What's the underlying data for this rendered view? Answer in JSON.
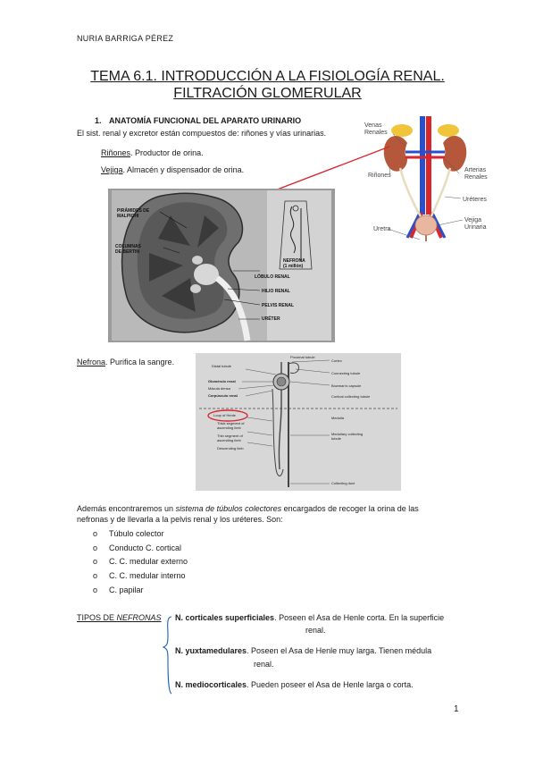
{
  "header": {
    "author": "NURIA BARRIGA PÉREZ"
  },
  "title": {
    "number": "TEMA 6.1.",
    "line1_rest": " INTRODUCCIÓN A LA FISIOLOGÍA RENAL.",
    "line2": "FILTRACIÓN GLOMERULAR"
  },
  "section1": {
    "number": "1.",
    "heading": "ANATOMÍA FUNCIONAL DEL APARATO URINARIO",
    "intro": "El sist. renal y excretor están compuestos de: riñones y vías urinarias.",
    "rinones_label": "Riñones",
    "rinones_text": ". Productor de orina.",
    "vejiga_label": "Vejiga",
    "vejiga_text": ". Almacén y dispensador de orina."
  },
  "urinary_figure": {
    "labels": {
      "venas_renales": [
        "Venas",
        "Renales"
      ],
      "rinones": "Riñones",
      "arterias_renales": [
        "Arterias",
        "Renales"
      ],
      "ureteres": "Uréteres",
      "uretra": "Uretra",
      "vejiga_urinaria": [
        "Vejiga",
        "Urinaria"
      ]
    },
    "colors": {
      "artery": "#d8262c",
      "vein": "#2b4fc8",
      "kidney": "#b5573a",
      "gland": "#f0c53a",
      "bladder": "#e9b7a0"
    }
  },
  "kidney_photo": {
    "labels": {
      "piramides": [
        "PIRÁMIDES DE",
        "MALPIGHI"
      ],
      "columnas": [
        "COLUMNAS",
        "DE BERTIN"
      ],
      "nefrona": [
        "NEFRONA",
        "(1 millón)"
      ],
      "lobulo": "LÓBULO RENAL",
      "hilio": "HILIO RENAL",
      "pelvis": "PELVIS RENAL",
      "ureter": "URÉTER"
    }
  },
  "nefrona": {
    "label": "Nefrona",
    "text": ". Purifica la sangre."
  },
  "nephron_photo": {
    "labels_left": [
      "Distal tubule",
      "Glomérulo renal",
      "Mácula densa",
      "Corpúsculo renal",
      "Loop of Henle",
      "Thick segment of ascending limb",
      "Thin segment of ascending limb",
      "Descending limb"
    ],
    "labels_right": [
      "Proximal tubule",
      "Cortex",
      "Connecting tubule",
      "Bowman's capsule",
      "Cortical collecting tubule",
      "Medulla",
      "Medullary collecting tubule",
      "Collecting duct"
    ]
  },
  "collectors": {
    "p1_a": "Además encontraremos un ",
    "p1_italic": "sistema de túbulos colectores",
    "p1_b": " encargados de recoger la orina de las",
    "p2": "nefronas y de llevarla a la pelvis renal y los uréteres. Son:",
    "bullet": "o",
    "items": [
      "Túbulo colector",
      "Conducto C. cortical",
      "C. C. medular externo",
      "C. C. medular interno",
      "C. papilar"
    ]
  },
  "tipos": {
    "label_a": "TIPOS DE ",
    "label_italic": "NEFRONAS",
    "items": [
      {
        "name": "N. corticales superficiales",
        "text_1": ". Poseen el Asa de Henle corta. En la superficie",
        "text_2": "renal."
      },
      {
        "name": "N. yuxtamedulares",
        "text_1": ". Poseen el Asa de Henle muy larga. Tienen médula",
        "text_2": "renal."
      },
      {
        "name": "N. mediocorticales",
        "text_1": ". Pueden poseer el Asa de Henle larga o corta.",
        "text_2": ""
      }
    ]
  },
  "footer": {
    "page_number": "1"
  }
}
